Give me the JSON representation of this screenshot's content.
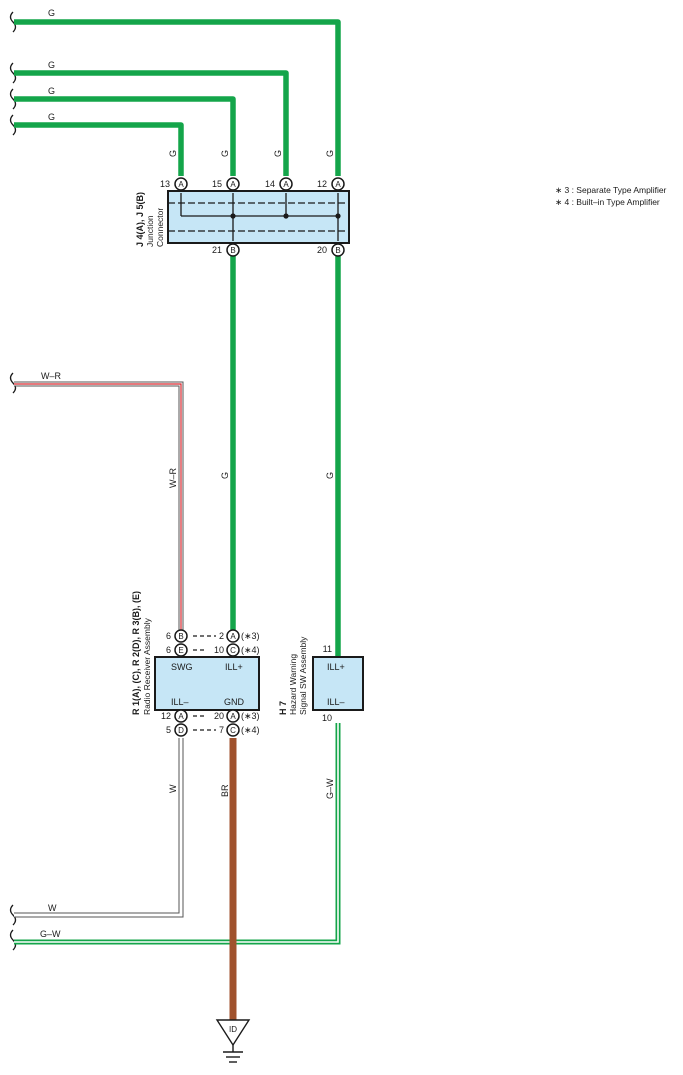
{
  "notes": [
    "∗ 3 : Separate Type Amplifier",
    "∗ 4 : Built–in Type Amplifier"
  ],
  "wires": {
    "top_g": "G",
    "w_r": "W–R",
    "w": "W",
    "br": "BR",
    "g_w": "G–W"
  },
  "junction": {
    "label_line1": "J 4(A), J 5(B)",
    "label_line2": "Junction",
    "label_line3": "Connector",
    "pins_top": [
      {
        "num": "13",
        "letter": "A"
      },
      {
        "num": "15",
        "letter": "A"
      },
      {
        "num": "14",
        "letter": "A"
      },
      {
        "num": "12",
        "letter": "A"
      }
    ],
    "pins_bottom": [
      {
        "num": "21",
        "letter": "B"
      },
      {
        "num": "20",
        "letter": "B"
      }
    ]
  },
  "radio": {
    "label_line1": "R 1(A), (C), R 2(D), R 3(B), (E)",
    "label_line2": "Radio Receiver Assembly",
    "terminals": {
      "swg": "SWG",
      "ill_plus": "ILL+",
      "ill_minus": "ILL–",
      "gnd": "GND"
    },
    "pins": {
      "swg_b": {
        "num": "6",
        "letter": "B"
      },
      "swg_e": {
        "num": "6",
        "letter": "E"
      },
      "illp_a": {
        "num": "2",
        "letter": "A",
        "note": "(∗3)"
      },
      "illp_c": {
        "num": "10",
        "letter": "C",
        "note": "(∗4)"
      },
      "illm_a": {
        "num": "12",
        "letter": "A"
      },
      "illm_d": {
        "num": "5",
        "letter": "D"
      },
      "gnd_a": {
        "num": "20",
        "letter": "A",
        "note": "(∗3)"
      },
      "gnd_c": {
        "num": "7",
        "letter": "C",
        "note": "(∗4)"
      }
    }
  },
  "hazard": {
    "label_line1": "H 7",
    "label_line2": "Hazard Warning",
    "label_line3": "Signal SW Assembly",
    "terminals": {
      "ill_plus": "ILL+",
      "ill_minus": "ILL–"
    },
    "pins": {
      "top": "11",
      "bottom": "10"
    }
  },
  "ground": {
    "label": "ID"
  },
  "colors": {
    "green": "#14a54a",
    "brown": "#a0522d",
    "red": "#d7282f",
    "box_fill": "#c6e6f6"
  }
}
